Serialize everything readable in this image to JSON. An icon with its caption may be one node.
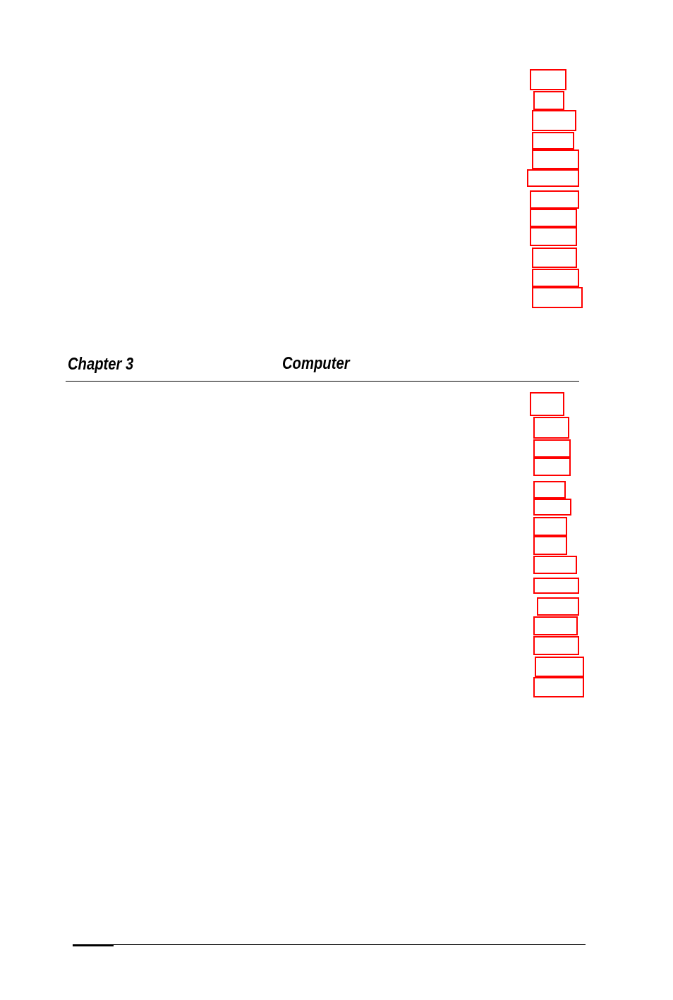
{
  "diagram": {
    "nodes": [
      {
        "text": [],
        "shape": "box"
      },
      {
        "text": [],
        "shape": "box"
      },
      {
        "text": [],
        "shape": "box"
      },
      {
        "text": [],
        "shape": "box"
      },
      {
        "text": [],
        "shape": "box"
      },
      {
        "text": [],
        "shape": "box"
      },
      {
        "text": [],
        "shape": "box"
      },
      {
        "text": [],
        "shape": "box"
      },
      {
        "text": [],
        "shape": "box"
      },
      {
        "text": [],
        "shape": "box"
      },
      {
        "text": [],
        "shape": "box"
      },
      {
        "text": [],
        "shape": "box"
      },
      {
        "text": [],
        "shape": "box"
      },
      {
        "text": [],
        "shape": "box"
      },
      {
        "text": [],
        "shape": "box"
      },
      {
        "text": [],
        "shape": "box"
      },
      {
        "text": [],
        "shape": "box"
      },
      {
        "text": [],
        "shape": "box"
      },
      {
        "text": [],
        "shape": "box"
      },
      {
        "text": [],
        "shape": "box"
      },
      {
        "text": [],
        "shape": "box"
      },
      {
        "text": [],
        "shape": "box"
      },
      {
        "text": [],
        "shape": "box"
      },
      {
        "text": [],
        "shape": "box"
      },
      {
        "text": [],
        "shape": "box"
      },
      {
        "text": [],
        "shape": "box"
      },
      {
        "text": [],
        "shape": "box"
      }
    ],
    "labels": [
      "Chapter 3",
      "Computer"
    ]
  }
}
